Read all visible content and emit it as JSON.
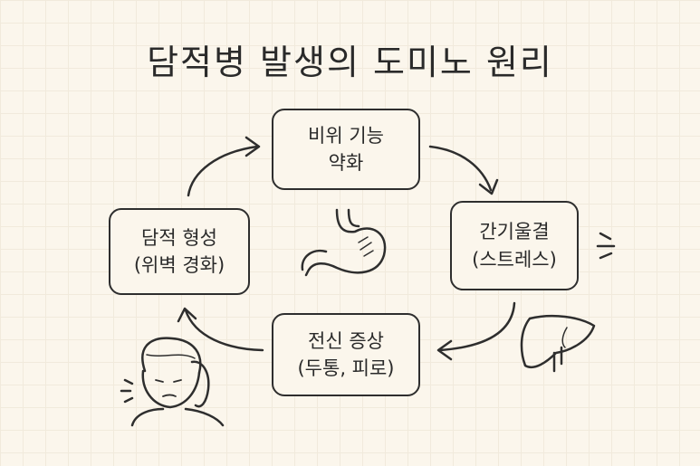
{
  "title": "담적병 발생의 도미노 원리",
  "nodes": [
    {
      "line1": "비위 기능",
      "line2": "약화"
    },
    {
      "line1": "간기울결",
      "line2": "(스트레스)"
    },
    {
      "line1": "전신 증상",
      "line2": "(두통, 피로)"
    },
    {
      "line1": "담적 형성",
      "line2": "(위벽 경화)"
    }
  ]
}
